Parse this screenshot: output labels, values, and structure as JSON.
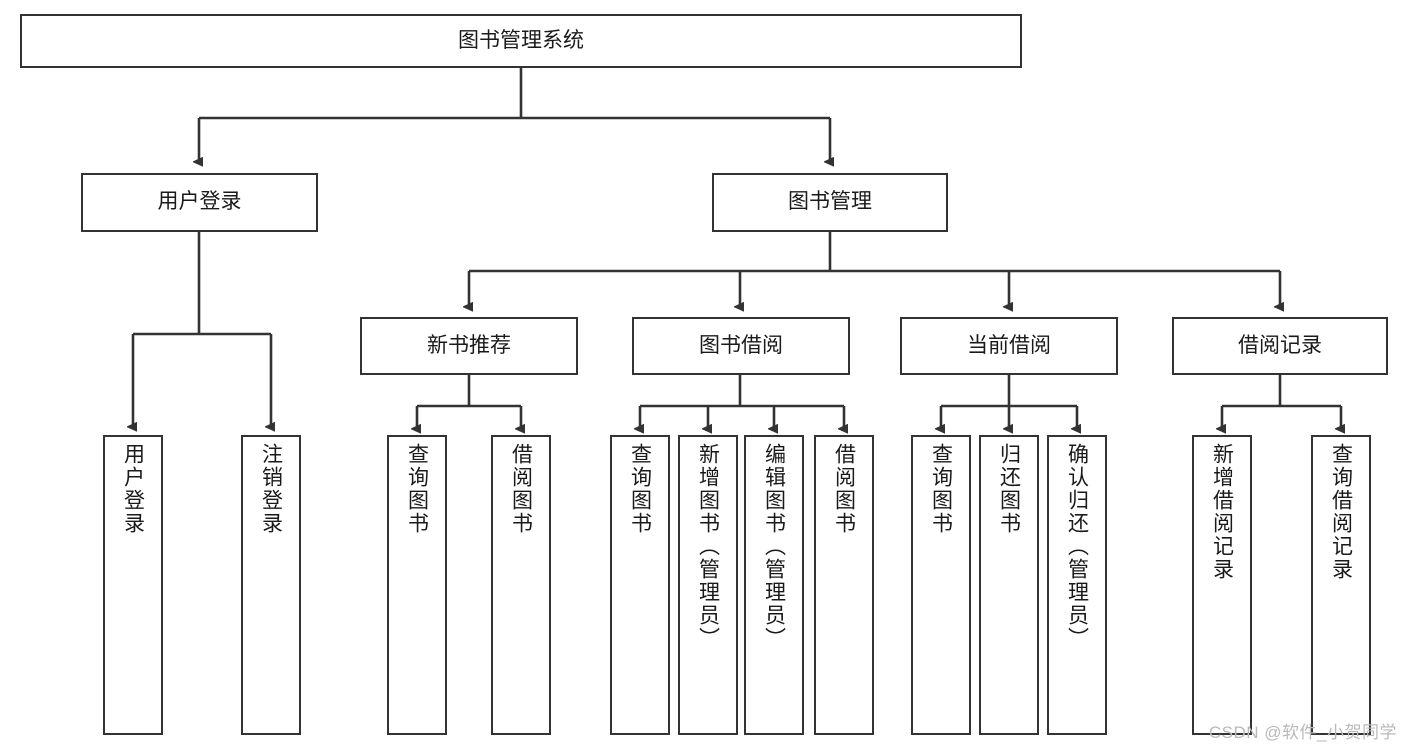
{
  "diagram": {
    "title": "图书管理系统",
    "watermark": "CSDN @软件_小贺同学",
    "root": {
      "label": "图书管理系统"
    },
    "level1": [
      {
        "label": "用户登录"
      },
      {
        "label": "图书管理"
      }
    ],
    "level2": [
      {
        "label": "新书推荐"
      },
      {
        "label": "图书借阅"
      },
      {
        "label": "当前借阅"
      },
      {
        "label": "借阅记录"
      }
    ],
    "leaves": {
      "user_login": [
        {
          "label": "用户登录"
        },
        {
          "label": "注销登录"
        }
      ],
      "new_book": [
        {
          "label": "查询图书"
        },
        {
          "label": "借阅图书"
        }
      ],
      "borrow_book": [
        {
          "label": "查询图书"
        },
        {
          "label": "新增图书（管理员）"
        },
        {
          "label": "编辑图书（管理员）"
        },
        {
          "label": "借阅图书"
        }
      ],
      "current_borrow": [
        {
          "label": "查询图书"
        },
        {
          "label": "归还图书"
        },
        {
          "label": "确认归还（管理员）"
        }
      ],
      "borrow_record": [
        {
          "label": "新增借阅记录"
        },
        {
          "label": "查询借阅记录"
        }
      ]
    },
    "colors": {
      "stroke": "#333333",
      "background": "#ffffff",
      "text": "#1a1a1a",
      "watermark": "#b9b9b9"
    }
  }
}
